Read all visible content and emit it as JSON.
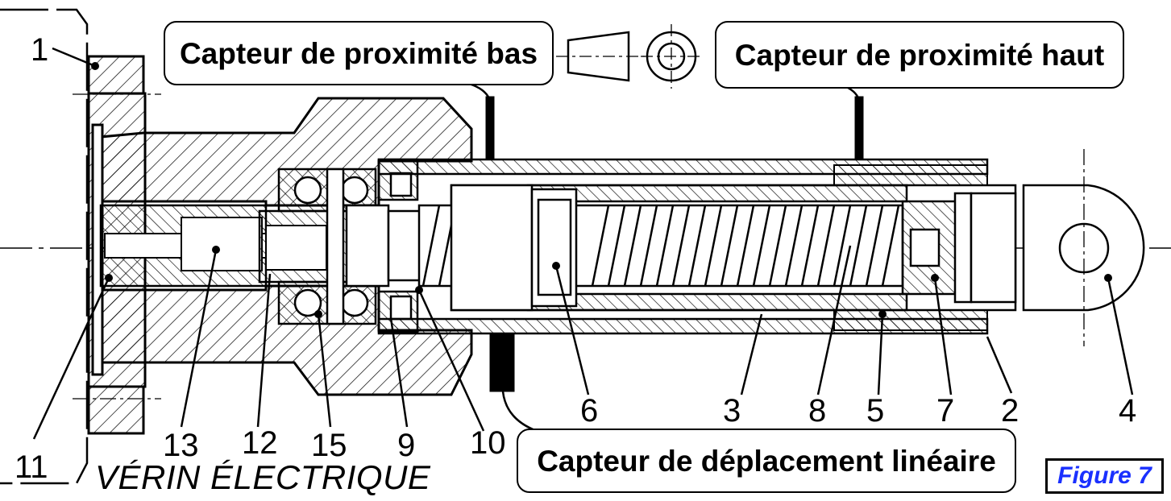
{
  "labels": {
    "sensor_low": "Capteur de proximité bas",
    "sensor_high": "Capteur de proximité haut",
    "sensor_linear": "Capteur de déplacement linéaire"
  },
  "numbers": [
    "1",
    "2",
    "3",
    "4",
    "5",
    "6",
    "7",
    "8",
    "9",
    "10",
    "11",
    "12",
    "13",
    "15"
  ],
  "title": "VÉRIN ÉLECTRIQUE",
  "figure": "Figure 7",
  "colors": {
    "line": "#000000",
    "figure_text": "#1a30ff",
    "background": "#ffffff"
  }
}
